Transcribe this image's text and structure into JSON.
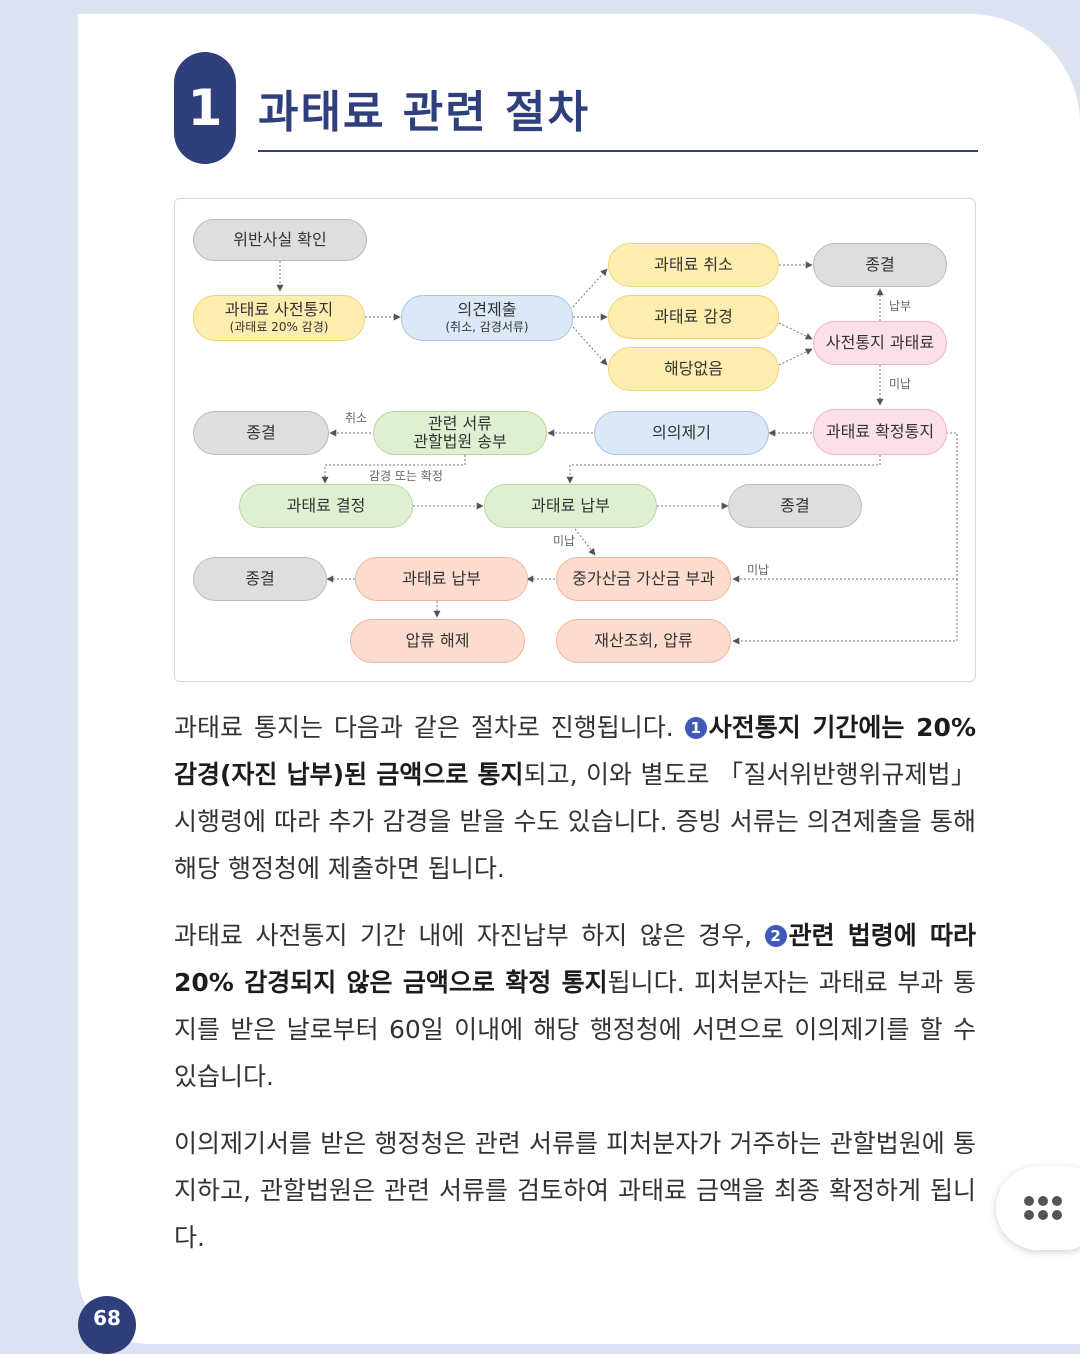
{
  "section": {
    "number": "1",
    "title": "과태료 관련 절차"
  },
  "flow": {
    "nodes": {
      "violation": "위반사실 확인",
      "pre_notice": "과태료 사전통지",
      "pre_notice_sub": "(과태료 20% 감경)",
      "opinion": "의견제출",
      "opinion_sub": "(취소, 감경서류)",
      "cancel": "과태료 취소",
      "reduce": "과태료 감경",
      "none": "해당없음",
      "end_top": "종결",
      "pre_fine": "사전통지 과태료",
      "confirm_notice": "과태료 확정통지",
      "objection": "의의제기",
      "send_court": "관련 서류",
      "send_court_sub": "관할법원 송부",
      "end_left1": "종결",
      "decision": "과태료 결정",
      "pay_mid": "과태료 납부",
      "end_mid": "종결",
      "end_left2": "종결",
      "pay_low": "과태료 납부",
      "surcharge": "중가산금 가산금 부과",
      "release": "압류 해제",
      "seizure": "재산조회, 압류"
    },
    "edge_labels": {
      "paid": "납부",
      "unpaid1": "미납",
      "cancel": "취소",
      "reduce_or_confirm": "감경 또는 확정",
      "unpaid2": "미납",
      "unpaid3": "미납"
    }
  },
  "paragraphs": {
    "p1_a": "과태료 통지는 다음과 같은 절차로 진행됩니다. ",
    "p1_num": "1",
    "p1_bold": "사전통지 기간에는 20% 감경(자진 납부)된 금액으로 통지",
    "p1_b": "되고, 이와 별도로 「질서위반행위규제법」 시행령에 따라 추가 감경을 받을 수도 있습니다. 증빙 서류는 의견제출을 통해 해당 행정청에 제출하면 됩니다.",
    "p2_a": "과태료 사전통지 기간 내에 자진납부 하지 않은 경우, ",
    "p2_num": "2",
    "p2_bold": "관련 법령에 따라 20% 감경되지 않은 금액으로 확정 통지",
    "p2_b": "됩니다. 피처분자는 과태료 부과 통지를 받은 날로부터 60일 이내에 해당 행정청에 서면으로 이의제기를 할 수 있습니다.",
    "p3": "이의제기서를 받은 행정청은 관련 서류를 피처분자가 거주하는 관할법원에 통지하고, 관할법원은 관련 서류를 검토하여 과태료 금액을 최종 확정하게 됩니다."
  },
  "page_number": "68",
  "more_icon": "more-dots-icon",
  "colors": {
    "navy": "#2e3f7c",
    "number_badge": "#3e59b6"
  }
}
